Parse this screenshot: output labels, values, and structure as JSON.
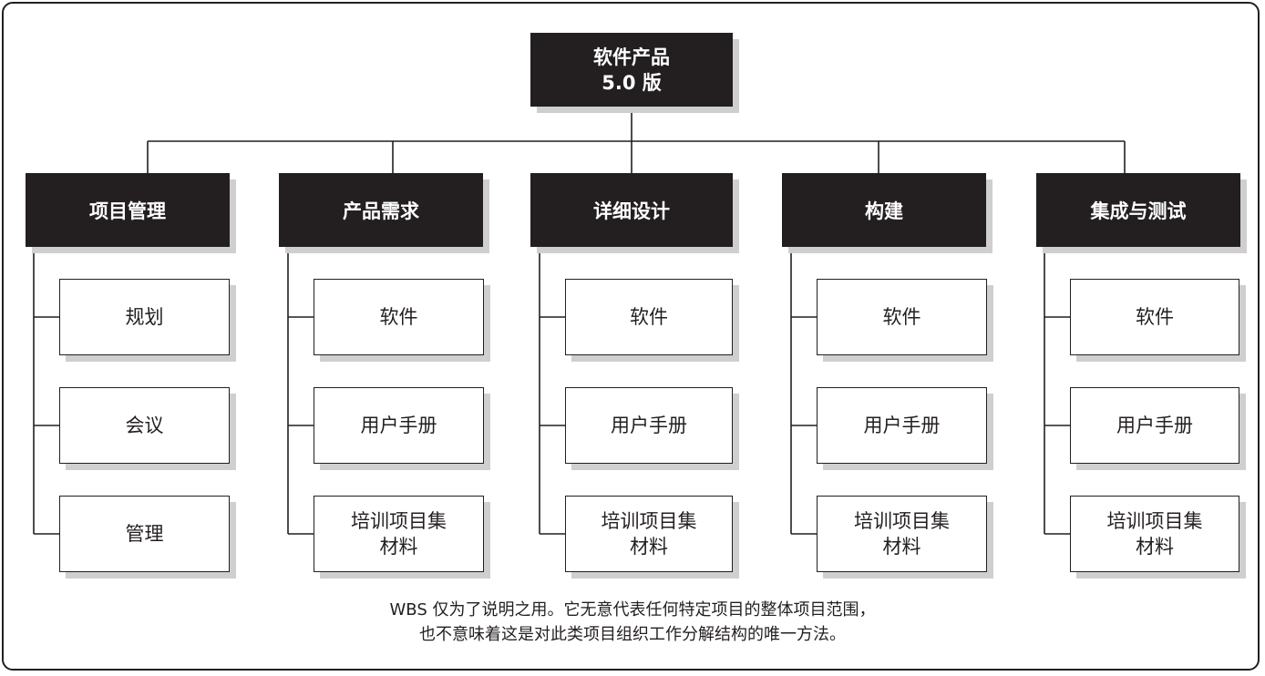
{
  "root": {
    "line1": "软件产品",
    "line2": "5.0 版"
  },
  "columns": [
    {
      "title": "项目管理",
      "items": [
        "规划",
        "会议",
        "管理"
      ]
    },
    {
      "title": "产品需求",
      "items": [
        "软件",
        "用户手册",
        "培训项目集\n材料"
      ]
    },
    {
      "title": "详细设计",
      "items": [
        "软件",
        "用户手册",
        "培训项目集\n材料"
      ]
    },
    {
      "title": "构建",
      "items": [
        "软件",
        "用户手册",
        "培训项目集\n材料"
      ]
    },
    {
      "title": "集成与测试",
      "items": [
        "软件",
        "用户手册",
        "培训项目集\n材料"
      ]
    }
  ],
  "caption": {
    "line1": "WBS 仅为了说明之用。它无意代表任何特定项目的整体项目范围，",
    "line2": "也不意味着这是对此类项目组织工作分解结构的唯一方法。"
  }
}
